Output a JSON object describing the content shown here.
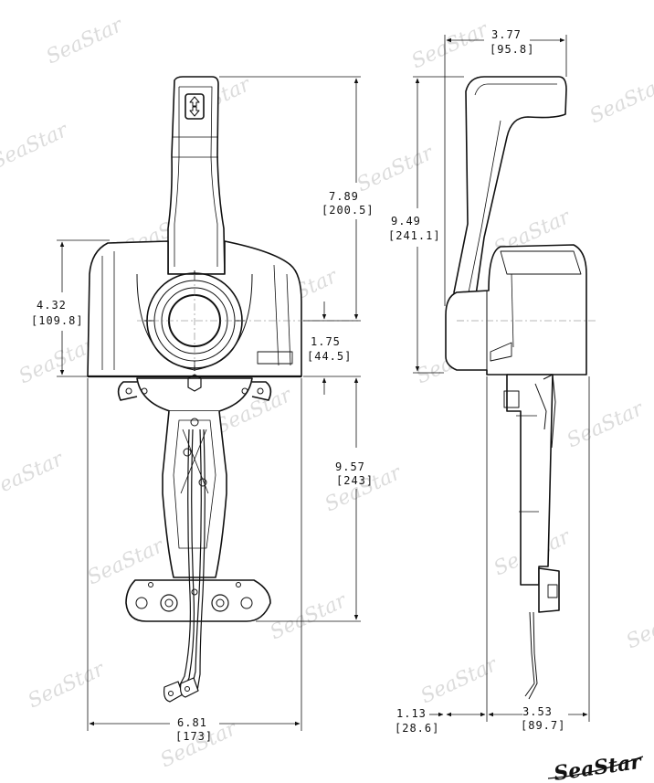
{
  "brand": {
    "logo_text": "SeaStar",
    "watermark_text": "SeaStar"
  },
  "dimensions": {
    "front_lever_height": {
      "in": "7.89",
      "mm": "[200.5]"
    },
    "front_housing_height": {
      "in": "4.32",
      "mm": "[109.8]"
    },
    "front_hub_to_base": {
      "in": "1.75",
      "mm": "[44.5]"
    },
    "front_lower_height": {
      "in": "9.57",
      "mm": "[243]"
    },
    "front_width": {
      "in": "6.81",
      "mm": "[173]"
    },
    "side_top_width": {
      "in": "3.77",
      "mm": "[95.8]"
    },
    "side_total_height": {
      "in": "9.49",
      "mm": "[241.1]"
    },
    "side_left_offset": {
      "in": "1.13",
      "mm": "[28.6]"
    },
    "side_right_depth": {
      "in": "3.53",
      "mm": "[89.7]"
    }
  },
  "lever_icons": [
    "arrow-up-icon",
    "arrow-down-icon"
  ]
}
